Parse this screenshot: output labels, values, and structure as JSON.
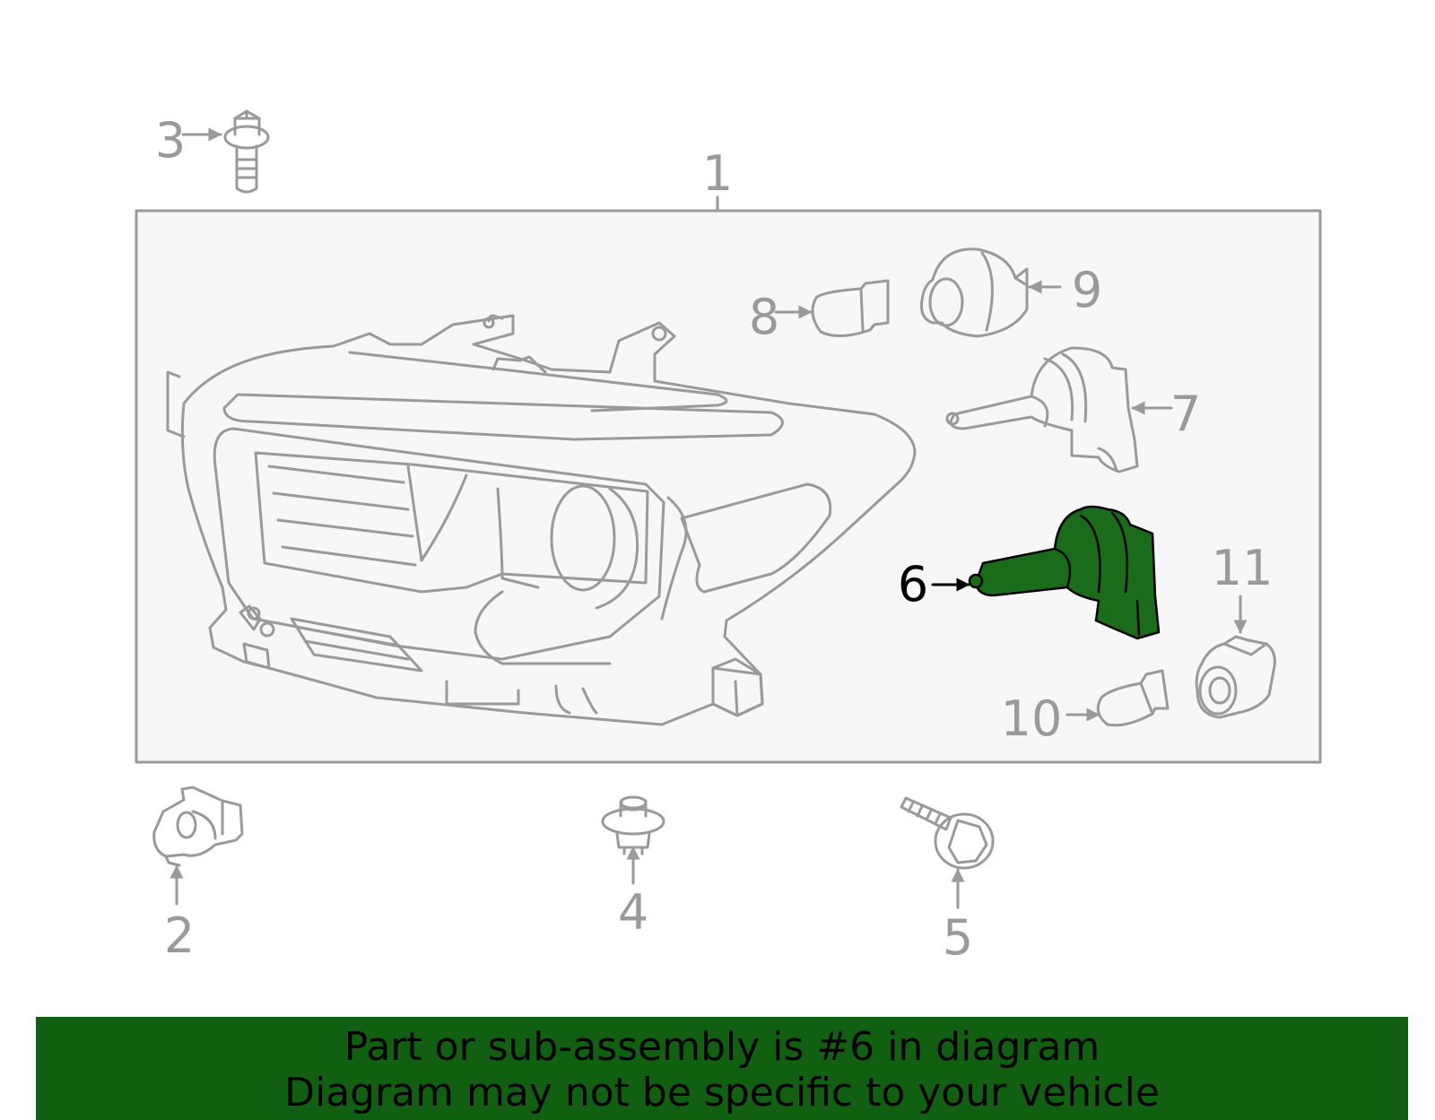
{
  "diagram": {
    "callouts": {
      "c1": "1",
      "c2": "2",
      "c3": "3",
      "c4": "4",
      "c5": "5",
      "c6": "6",
      "c7": "7",
      "c8": "8",
      "c9": "9",
      "c10": "10",
      "c11": "11"
    },
    "highlighted_part": "6",
    "colors": {
      "line": "#9a9a9a",
      "highlight_fill": "#1a6b1a",
      "highlight_stroke": "#000000",
      "assembly_box_fill": "#f7f7f7"
    }
  },
  "banner": {
    "line1": "Part or sub-assembly is #6 in diagram",
    "line2": "Diagram may not be specific to your vehicle",
    "color": "#116011"
  }
}
